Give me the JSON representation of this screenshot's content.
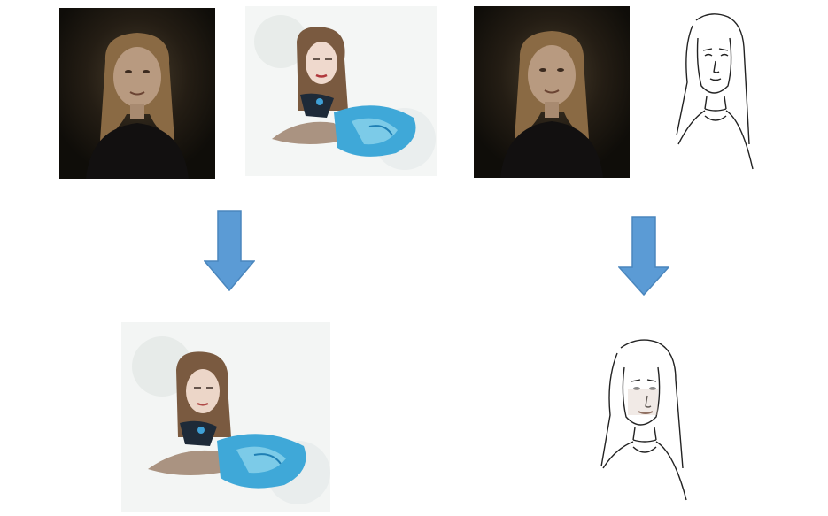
{
  "figure": {
    "left_pair": {
      "content_image": "portrait-photo",
      "style_image": "watercolor-portrait",
      "result_image": "stylized-watercolor-portrait"
    },
    "right_pair": {
      "content_image": "portrait-photo",
      "style_image": "line-sketch-portrait",
      "result_image": "stylized-line-sketch-portrait"
    },
    "arrow_color": "#5b9bd5",
    "arrow_stroke": "#4a86bd"
  }
}
